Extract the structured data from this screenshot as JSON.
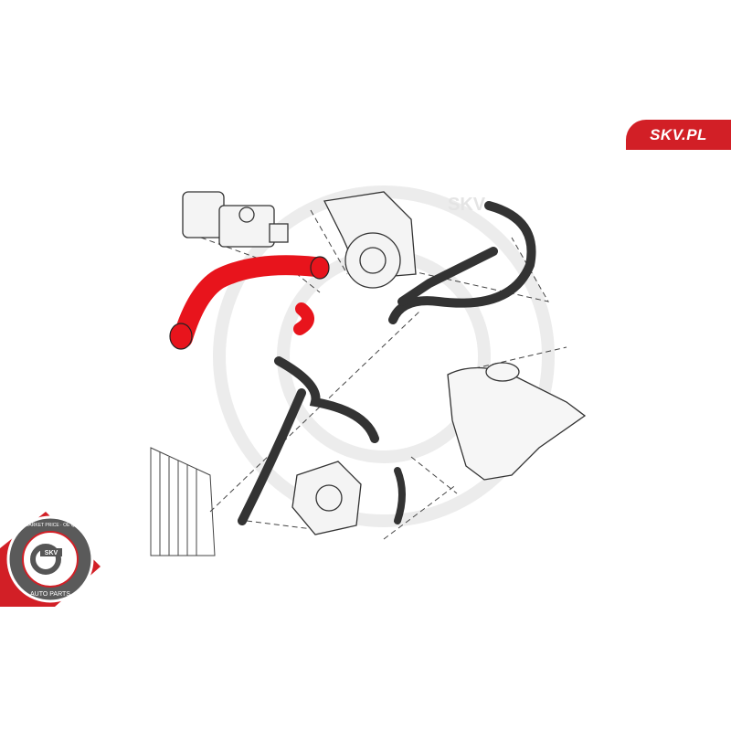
{
  "brand": {
    "label": "SKV.PL"
  },
  "badge": {
    "top_text": "AFTERMARKET PRICE · OE QUALITY",
    "center_text": "SKV",
    "bottom_text": "AUTO PARTS"
  },
  "watermark": {
    "text": "SKV"
  },
  "colors": {
    "accent": "#d21f26",
    "highlight_part": "#e8141c",
    "line": "#333333",
    "watermark": "#eeeeee"
  }
}
